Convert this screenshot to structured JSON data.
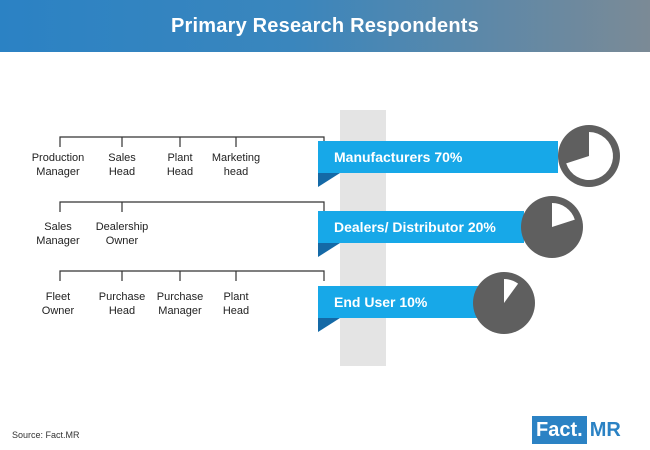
{
  "title": "Primary Research Respondents",
  "source": "Source: Fact.MR",
  "logo": {
    "part1": "Fact.",
    "part2": "MR"
  },
  "colors": {
    "banner": "#17a8e8",
    "banner_fold": "#1469a6",
    "pie_fill": "#5f5f5f",
    "pie_slice": "#ffffff",
    "band": "#e4e4e4"
  },
  "groups": [
    {
      "label": "Manufacturers 70%",
      "share": 0.7,
      "roles": [
        {
          "line1": "Production",
          "line2": "Manager"
        },
        {
          "line1": "Sales",
          "line2": "Head"
        },
        {
          "line1": "Plant",
          "line2": "Head"
        },
        {
          "line1": "Marketing",
          "line2": "head"
        }
      ]
    },
    {
      "label": "Dealers/ Distributor 20%",
      "share": 0.2,
      "roles": [
        {
          "line1": "Sales",
          "line2": "Manager"
        },
        {
          "line1": "Dealership",
          "line2": "Owner"
        }
      ]
    },
    {
      "label": "End User 10%",
      "share": 0.1,
      "roles": [
        {
          "line1": "Fleet",
          "line2": "Owner"
        },
        {
          "line1": "Purchase",
          "line2": "Head"
        },
        {
          "line1": "Purchase",
          "line2": "Manager"
        },
        {
          "line1": "Plant",
          "line2": "Head"
        }
      ]
    }
  ]
}
